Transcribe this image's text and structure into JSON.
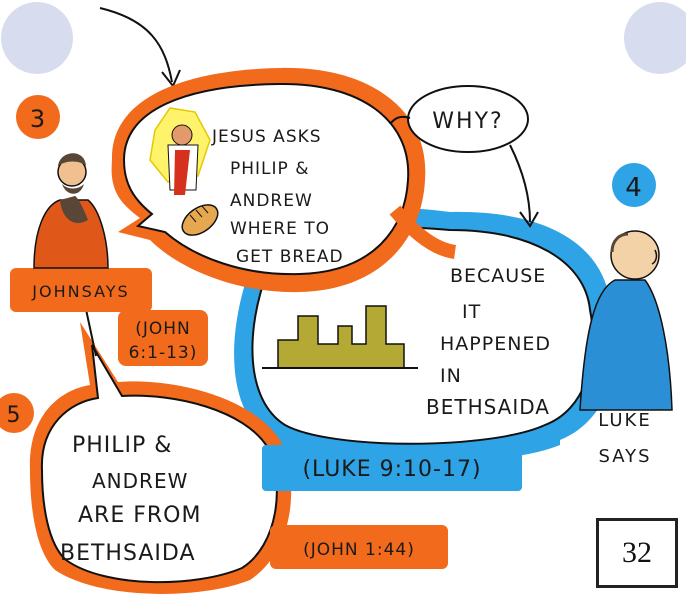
{
  "panel_number": "32",
  "badges": {
    "three": "3",
    "four": "4",
    "five": "5"
  },
  "labels": {
    "john_says": "JOHNSAYS",
    "luke_says_1": "LUKE",
    "luke_says_2": "SAYS",
    "why": "WHY?"
  },
  "references": {
    "john_6_line1": "(JOHN",
    "john_6_line2": "6:1-13)",
    "luke": "(LUKE 9:10-17)",
    "john_1": "(JOHN 1:44)"
  },
  "bubble_jesus": {
    "lines": [
      "JESUS ASKS",
      "PHILIP &",
      "ANDREW",
      "WHERE TO",
      "GET BREAD"
    ]
  },
  "bubble_because": {
    "lines": [
      "BECAUSE",
      "IT",
      "HAPPENED",
      "IN",
      "BETHSAIDA"
    ]
  },
  "bubble_philip": {
    "lines": [
      "PHILIP &",
      "ANDREW",
      "ARE FROM",
      "BETHSAIDA"
    ]
  },
  "colors": {
    "orange": "#f26a1b",
    "blue": "#2ea3e6",
    "olive": "#b4a935",
    "lavender": "#d8dcef"
  }
}
